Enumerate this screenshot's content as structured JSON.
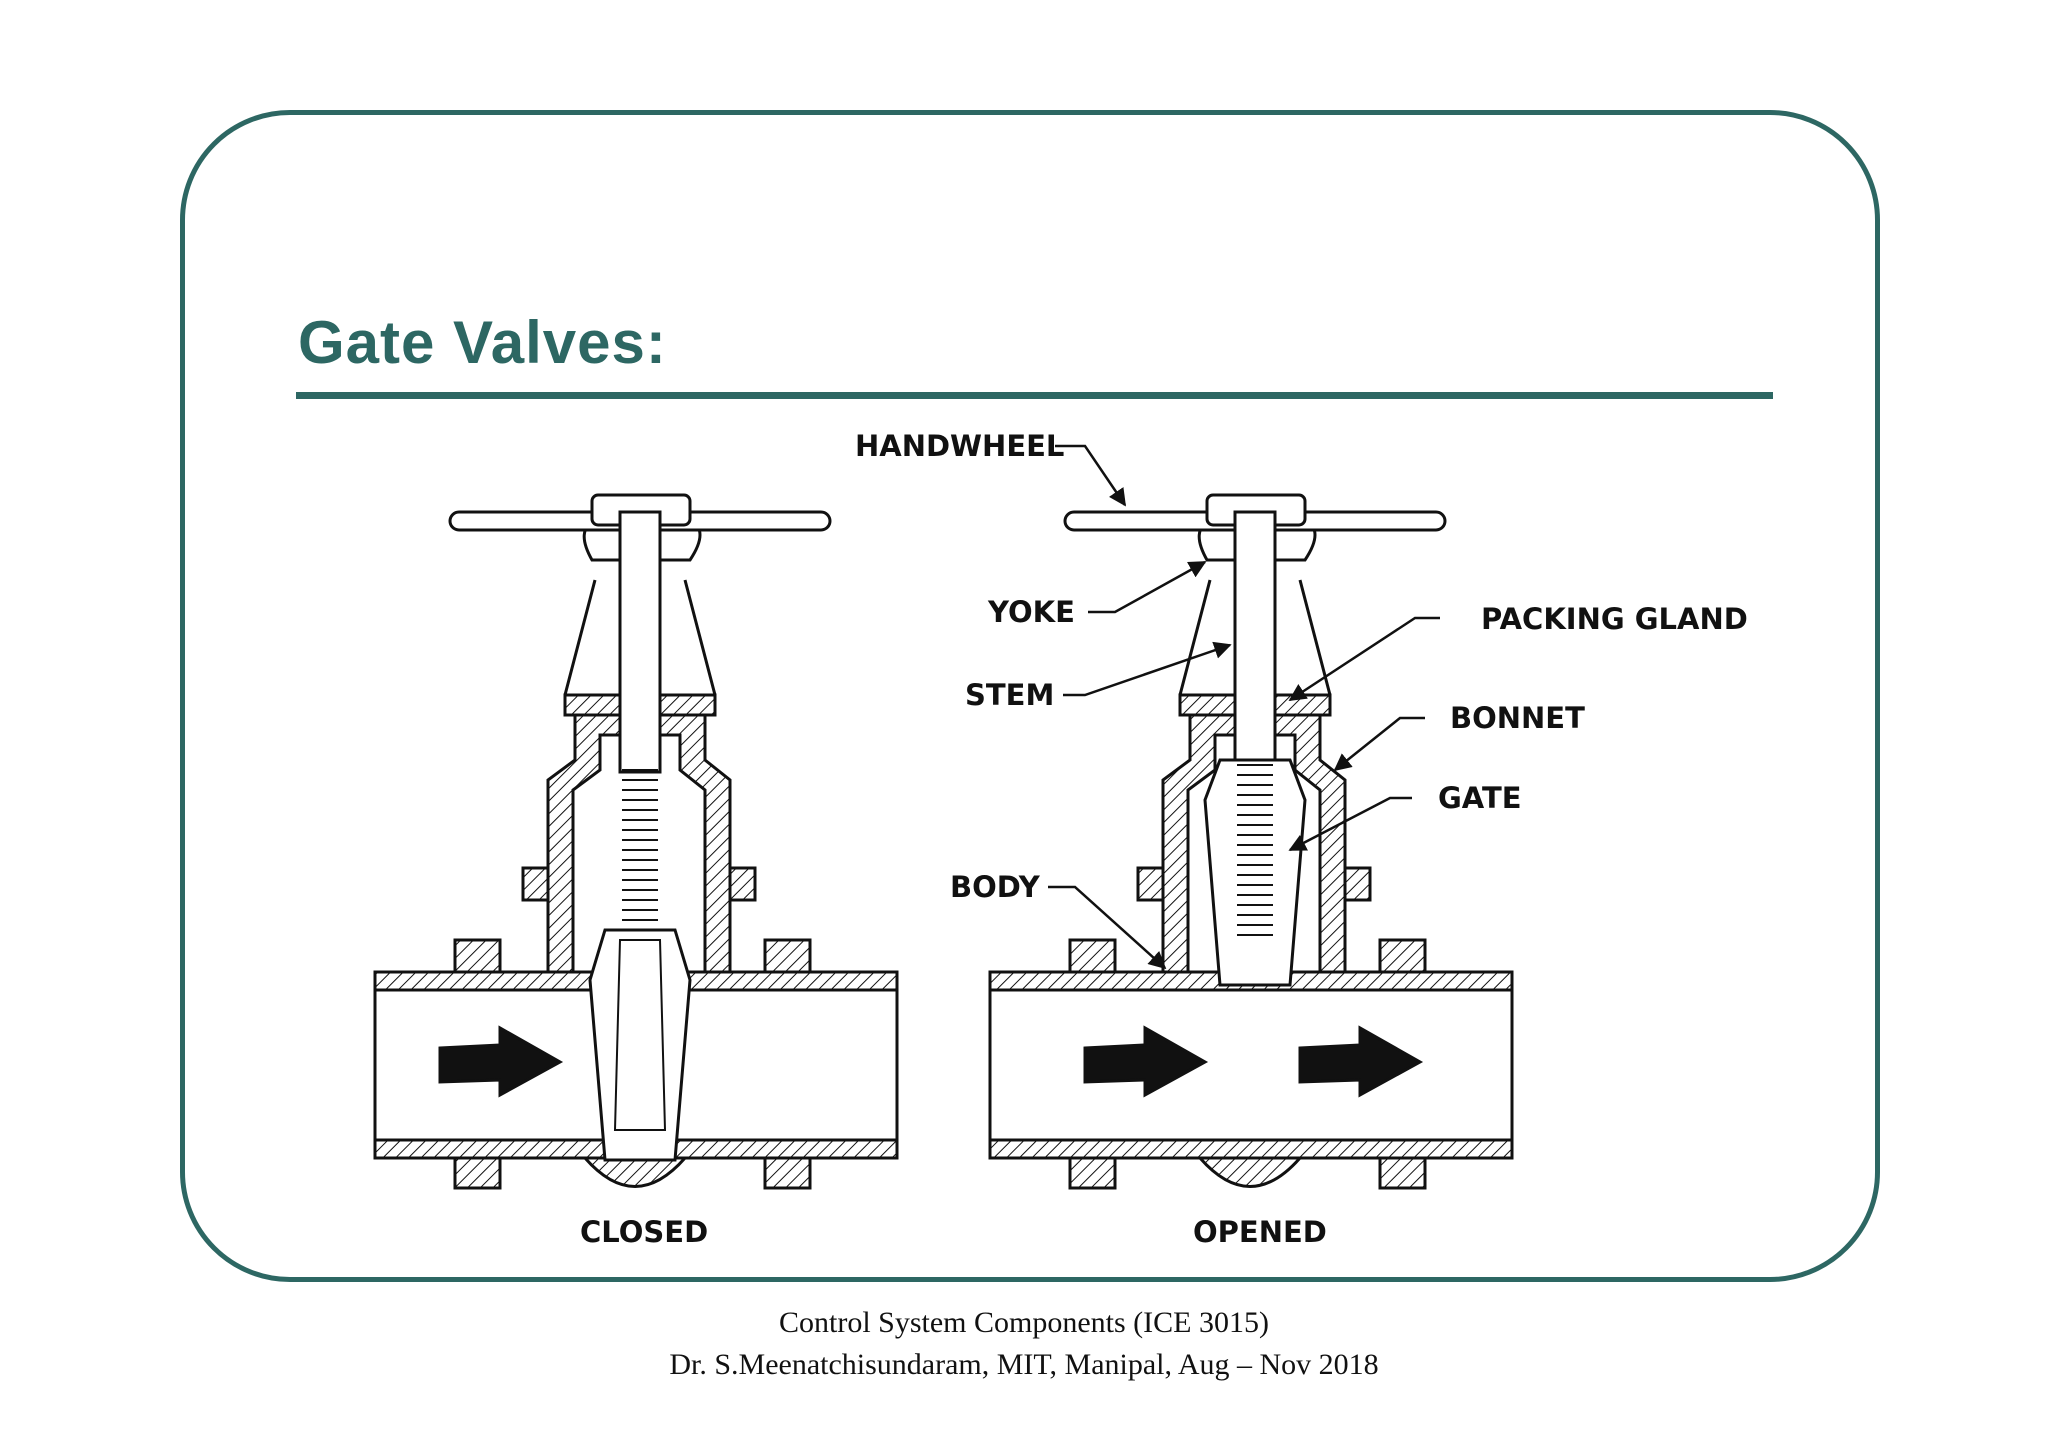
{
  "slide": {
    "title": "Gate Valves:",
    "footer_line1": "Control System Components (ICE 3015)",
    "footer_line2": "Dr. S.Meenatchisundaram, MIT, Manipal, Aug – Nov 2018"
  },
  "diagram": {
    "labels": {
      "handwheel": "HANDWHEEL",
      "yoke": "YOKE",
      "stem": "STEM",
      "packing_gland": "PACKING  GLAND",
      "bonnet": "BONNET",
      "gate": "GATE",
      "body": "BODY",
      "closed": "CLOSED",
      "opened": "OPENED"
    }
  },
  "colors": {
    "accent": "#2d6763",
    "line": "#111111"
  }
}
